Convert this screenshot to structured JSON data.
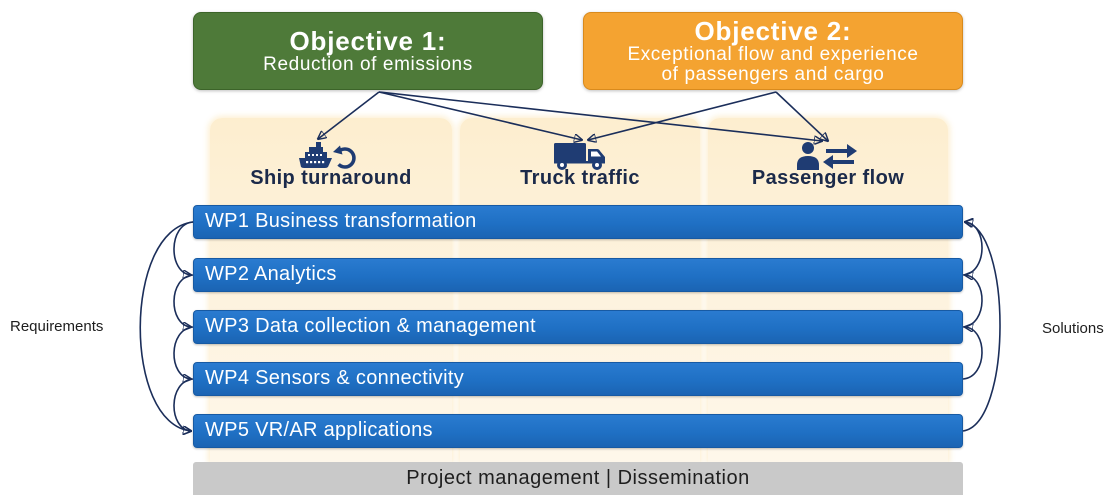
{
  "objectives": [
    {
      "title": "Objective 1:",
      "lines": [
        "Reduction of emissions"
      ]
    },
    {
      "title": "Objective 2:",
      "lines": [
        "Exceptional flow and experience",
        "of passengers and cargo"
      ]
    }
  ],
  "focus_areas": [
    {
      "label": "Ship turnaround",
      "icon": "ship-turnaround-icon"
    },
    {
      "label": "Truck traffic",
      "icon": "truck-icon"
    },
    {
      "label": "Passenger flow",
      "icon": "passenger-flow-icon"
    }
  ],
  "work_packages": [
    {
      "label": "WP1 Business transformation"
    },
    {
      "label": "WP2 Analytics"
    },
    {
      "label": "WP3 Data collection & management"
    },
    {
      "label": "WP4 Sensors & connectivity"
    },
    {
      "label": "WP5 VR/AR applications"
    }
  ],
  "footer_bar": {
    "label": "Project management | Dissemination"
  },
  "side_labels": {
    "left": "Requirements",
    "right": "Solutions"
  },
  "colors": {
    "objective_1": "#4e7a39",
    "objective_2": "#f4a331",
    "focus_column": "#fdeecf",
    "focus_label": "#1b2a4a",
    "icon": "#1f3c73",
    "work_package": "#1f70c4",
    "work_package_border": "#175aa3",
    "footer_bar": "#c9c9c9",
    "connector": "#1b2e5a"
  }
}
